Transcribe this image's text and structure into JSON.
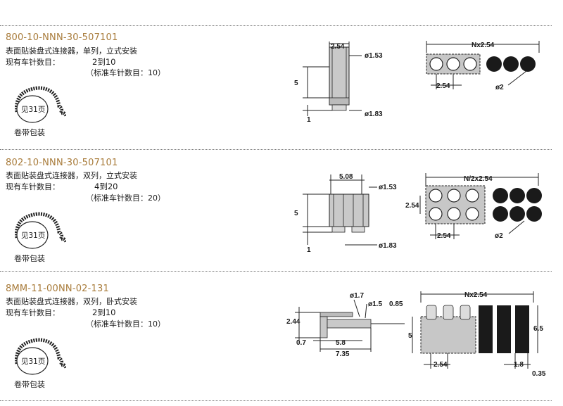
{
  "sections": [
    {
      "part_number": "800-10-NNN-30-507101",
      "description": "表面贴装盘式连接器，单列，立式安装",
      "count_label": "现有车针数目：",
      "count_value": "2到10",
      "standard_note": "（标准车针数目：10）",
      "reel_label": "见31页",
      "package_label": "卷带包装",
      "dims": {
        "pitch_top": "2.54",
        "dia_top": "ø1.53",
        "height": "5",
        "tail": "1",
        "dia_bottom": "ø1.83",
        "top_span": "Nx2.54",
        "pitch_bottom": "2.54",
        "hole": "ø2"
      }
    },
    {
      "part_number": "802-10-NNN-30-507101",
      "description": "表面贴装盘式连接器，双列，立式安装",
      "count_label": "现有车针数目：",
      "count_value": "4到20",
      "standard_note": "（标准车针数目：20）",
      "reel_label": "见31页",
      "package_label": "卷带包装",
      "dims": {
        "row_pitch": "5.08",
        "dia_top": "ø1.53",
        "height": "5",
        "tail": "1",
        "dia_bottom": "ø1.83",
        "top_span": "N/2x2.54",
        "side_pitch": "2.54",
        "pitch_bottom": "2.54",
        "hole": "ø2"
      }
    },
    {
      "part_number": "8MM-11-00NN-02-131",
      "description": "表面贴装盘式连接器，双列，卧式安装",
      "count_label": "现有车针数目：",
      "count_value": "2到10",
      "standard_note": "（标准车针数目：10）",
      "reel_label": "见31页",
      "package_label": "卷带包装",
      "dims": {
        "dia_a": "ø1.7",
        "dia_b": "ø1.5",
        "thick": "0.85",
        "height": "2.44",
        "offset": "0.7",
        "len_a": "5.8",
        "len_b": "7.35",
        "top_span": "Nx2.54",
        "side_h": "5",
        "total_h": "6.5",
        "pitch_bottom": "2.54",
        "pad_w": "1.8",
        "pad_off": "0.35"
      }
    }
  ]
}
